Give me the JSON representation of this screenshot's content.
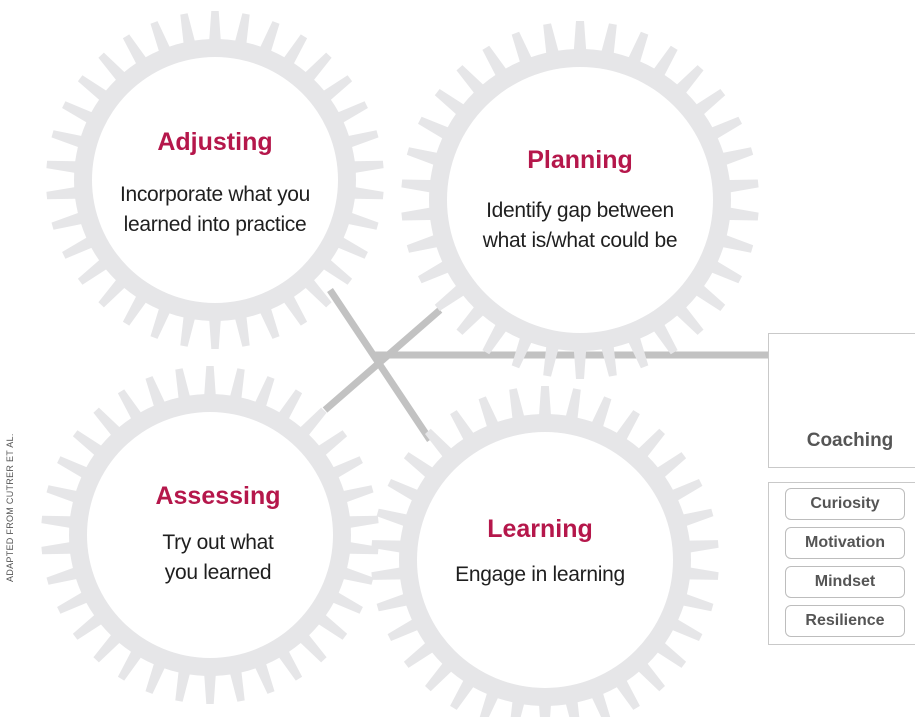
{
  "gears": [
    {
      "id": "adjusting",
      "title": "Adjusting",
      "desc_lines": [
        "Incorporate what you",
        "learned into practice"
      ]
    },
    {
      "id": "planning",
      "title": "Planning",
      "desc_lines": [
        "Identify gap between",
        "what is/what could be"
      ]
    },
    {
      "id": "assessing",
      "title": "Assessing",
      "desc_lines": [
        "Try out what",
        "you learned"
      ]
    },
    {
      "id": "learning",
      "title": "Learning",
      "desc_lines": [
        "Engage in learning"
      ]
    }
  ],
  "coaching": {
    "label": "Coaching",
    "icon": "speedometer-icon"
  },
  "traits": [
    "Curiosity",
    "Motivation",
    "Mindset",
    "Resilience"
  ],
  "side_note": "ADAPTED FROM CUTRER ET AL.",
  "colors": {
    "gear": "#e6e6e8",
    "accent": "#b5174b",
    "connector": "#c2c2c2",
    "text": "#1f1f1f"
  }
}
